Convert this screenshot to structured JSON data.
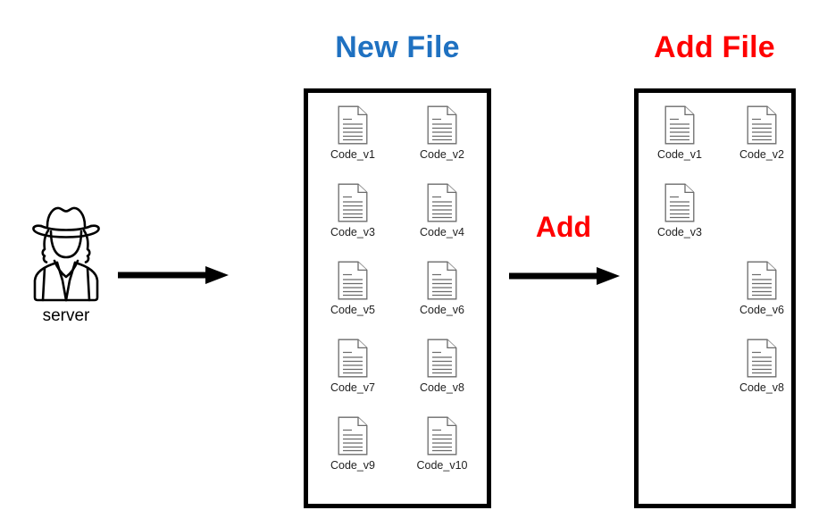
{
  "diagram": {
    "title_new_file": "New File",
    "title_add_file": "Add File",
    "action_label": "Add",
    "server": {
      "label": "server",
      "icon": "person-cowboy-icon"
    },
    "arrows": [
      {
        "name": "server-to-new-file",
        "direction": "right"
      },
      {
        "name": "new-file-to-add-file",
        "direction": "right"
      }
    ],
    "new_file_box": {
      "name": "New File",
      "columns": 2,
      "rows": 5,
      "files": [
        {
          "label": "Code_v1",
          "present": true
        },
        {
          "label": "Code_v2",
          "present": true
        },
        {
          "label": "Code_v3",
          "present": true
        },
        {
          "label": "Code_v4",
          "present": true
        },
        {
          "label": "Code_v5",
          "present": true
        },
        {
          "label": "Code_v6",
          "present": true
        },
        {
          "label": "Code_v7",
          "present": true
        },
        {
          "label": "Code_v8",
          "present": true
        },
        {
          "label": "Code_v9",
          "present": true
        },
        {
          "label": "Code_v10",
          "present": true
        }
      ]
    },
    "add_file_box": {
      "name": "Add File",
      "columns": 2,
      "rows": 5,
      "files": [
        {
          "label": "Code_v1",
          "present": true
        },
        {
          "label": "Code_v2",
          "present": true
        },
        {
          "label": "Code_v3",
          "present": true
        },
        {
          "label": "",
          "present": false
        },
        {
          "label": "",
          "present": false
        },
        {
          "label": "Code_v6",
          "present": true
        },
        {
          "label": "",
          "present": false
        },
        {
          "label": "Code_v8",
          "present": true
        },
        {
          "label": "",
          "present": false
        },
        {
          "label": "",
          "present": false
        }
      ]
    },
    "colors": {
      "new_file_title": "#1F71C1",
      "add_file_title": "#FF0000",
      "action_label": "#FF0000",
      "box_border": "#000000",
      "arrow": "#000000",
      "file_label": "#222222",
      "background": "#FFFFFF"
    }
  }
}
